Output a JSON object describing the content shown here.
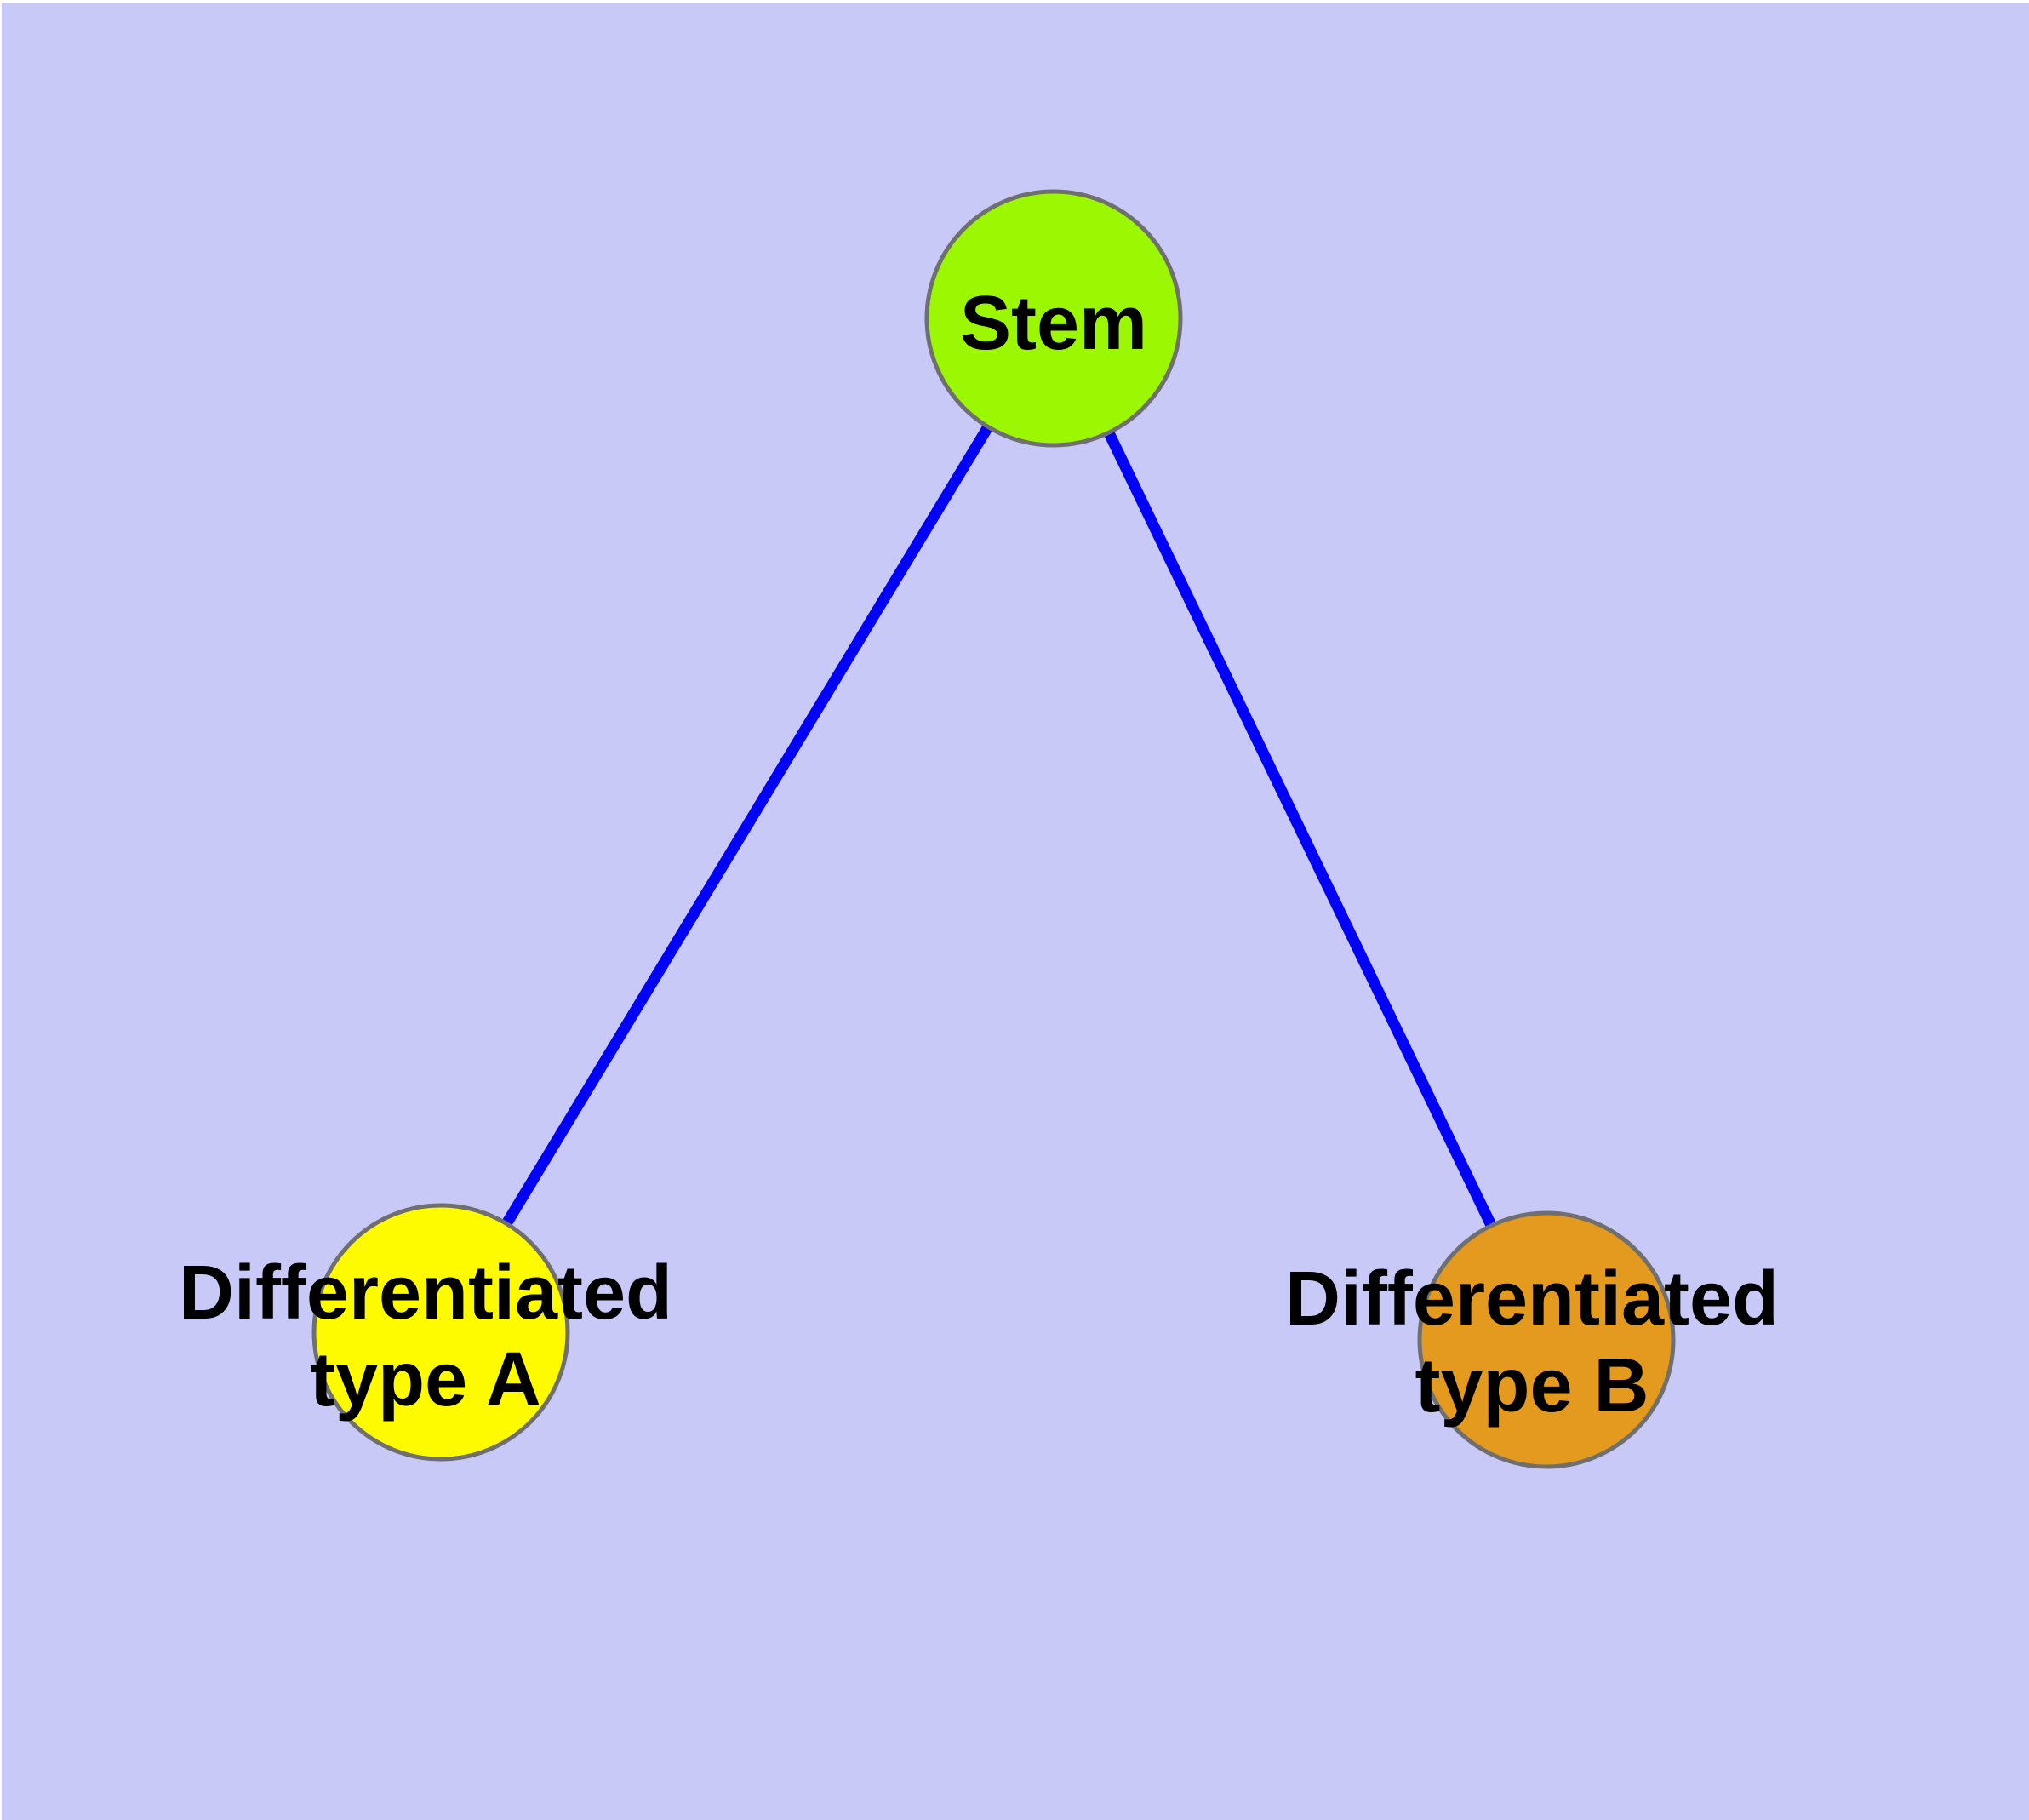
{
  "diagram": {
    "background_color": "#C9C9F8",
    "frame_color": "#FFFFFF",
    "edge_color": "#0202F5",
    "node_border_color": "#6F6F6F",
    "label_color": "#000000",
    "nodes": {
      "stem": {
        "label": "Stem",
        "fill": "#9CF802"
      },
      "type_a": {
        "label_line1": "Differentiated",
        "label_line2": "type A",
        "fill": "#FEFB00"
      },
      "type_b": {
        "label_line1": "Differentiated",
        "label_line2": "type B",
        "fill": "#E39A1E"
      }
    },
    "edges": [
      {
        "from": "Stem",
        "to": "Differentiated type A"
      },
      {
        "from": "Stem",
        "to": "Differentiated type B"
      }
    ]
  }
}
